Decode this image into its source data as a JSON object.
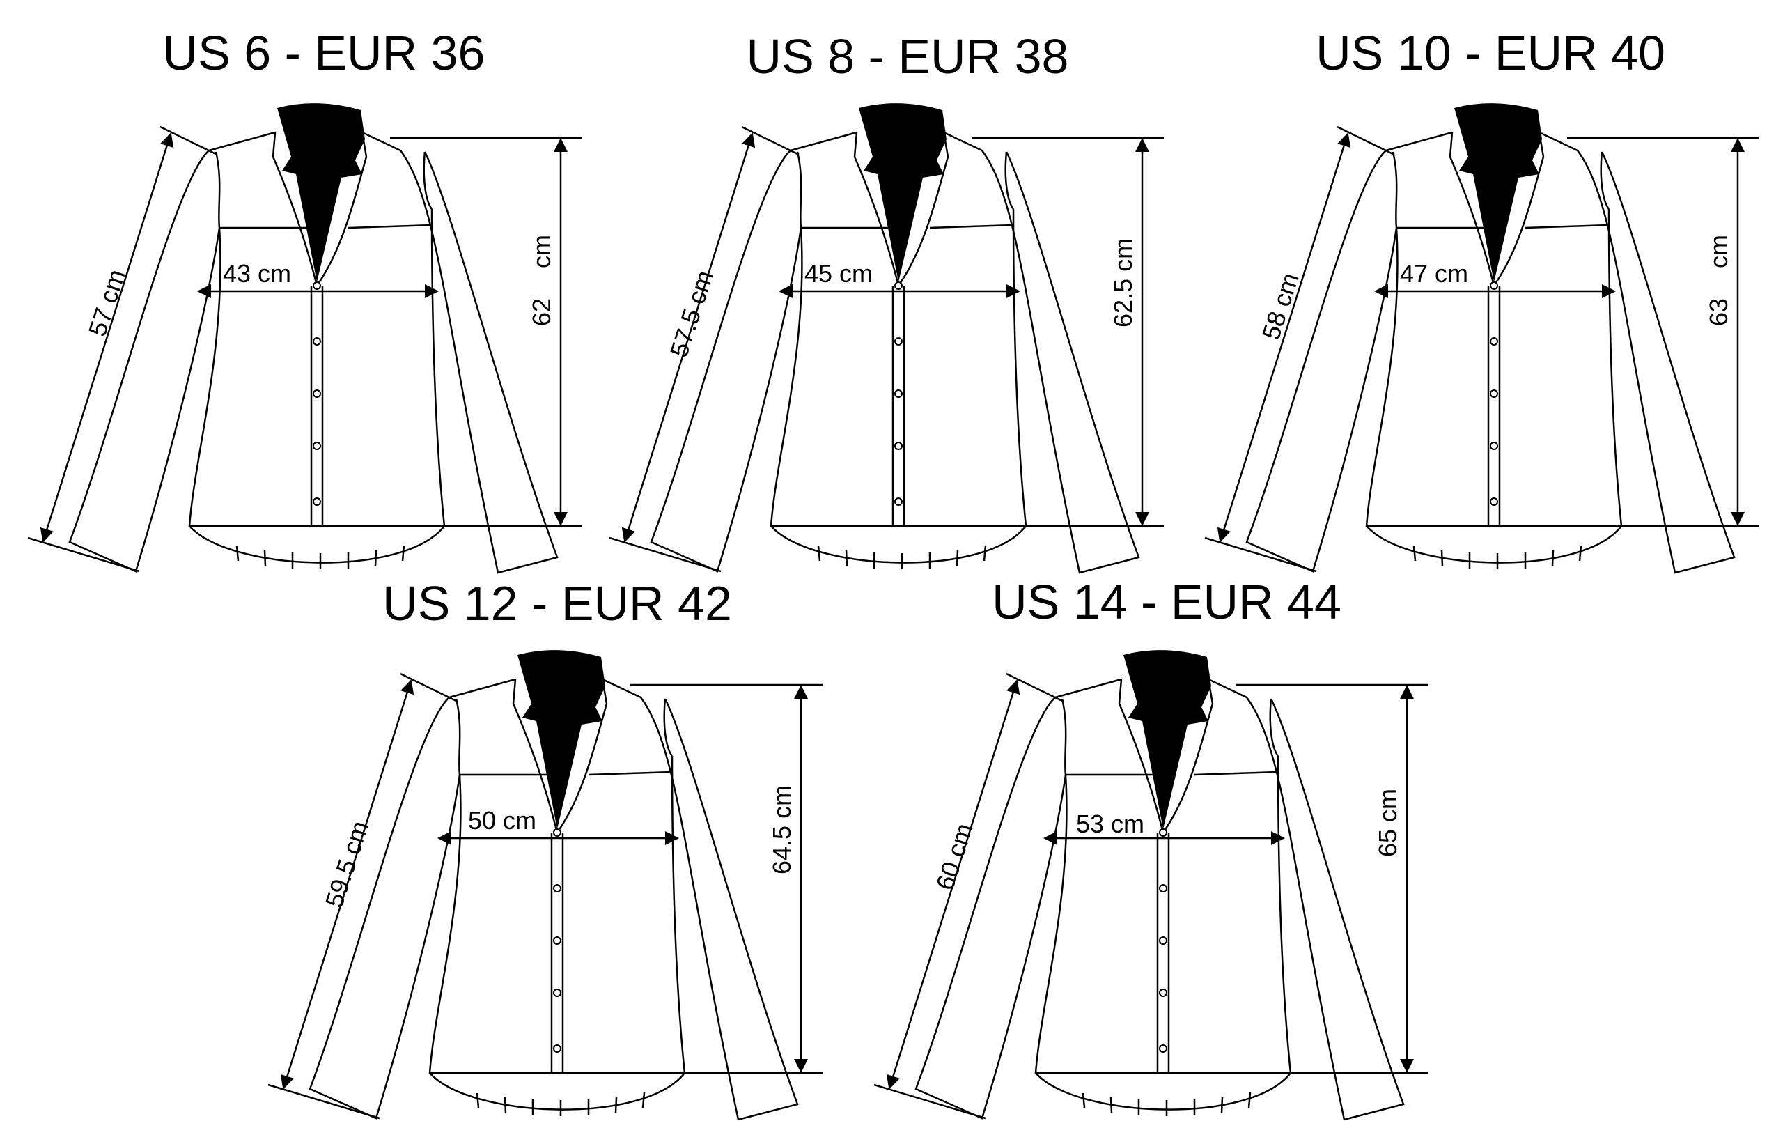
{
  "sizes": [
    {
      "title": "US 6 - EUR 36",
      "chest": "43 cm",
      "sleeve": "57 cm",
      "length_value": "62",
      "length_unit": "cm"
    },
    {
      "title": "US 8 - EUR 38",
      "chest": "45 cm",
      "sleeve": "57.5 cm",
      "length_value": "62.5 cm",
      "length_unit": ""
    },
    {
      "title": "US 10 - EUR 40",
      "chest": "47 cm",
      "sleeve": "58 cm",
      "length_value": "63",
      "length_unit": "cm"
    },
    {
      "title": "US 12 - EUR 42",
      "chest": "50 cm",
      "sleeve": "59.5 cm",
      "length_value": "64.5 cm",
      "length_unit": ""
    },
    {
      "title": "US 14 - EUR 44",
      "chest": "53 cm",
      "sleeve": "60 cm",
      "length_value": "65 cm",
      "length_unit": ""
    }
  ]
}
